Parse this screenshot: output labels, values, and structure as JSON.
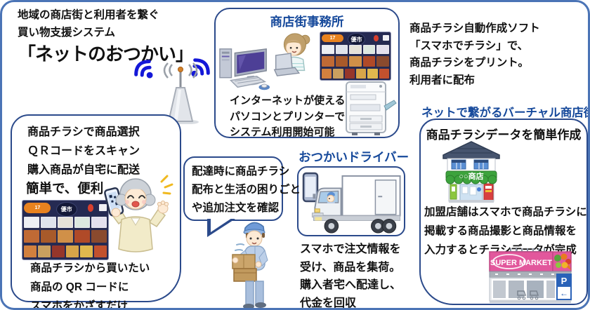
{
  "colors": {
    "outer_border": "#4b74b6",
    "box_border": "#2b4a8b",
    "heading_blue": "#16499b",
    "wifi_blue": "#1418d8",
    "shop_green": "#3da33d",
    "supermarket_pink": "#e2579c"
  },
  "title": {
    "line1": "地域の商店街と利用者を繋ぐ",
    "line2": "買い物支援システム",
    "brand": "「ネットのおつかい」"
  },
  "office": {
    "heading": "商店街事務所",
    "caption_lines": [
      "インターネットが使える",
      "パソコンとプリンターで",
      "システム利用開始可能"
    ]
  },
  "flyer_note": {
    "lines": [
      "商品チラシ自動作成ソフト",
      "「スマホでチラシ」で、",
      "商品チラシをプリント。",
      "利用者に配布"
    ]
  },
  "virtual_street": {
    "heading": "ネットで繋がるバーチャル商店街",
    "box_title": "商品チラシデータを簡単作成",
    "shop_sign": "○○商店",
    "caption_lines": [
      "加盟店舗はスマホで商品チラシに",
      "掲載する商品撮影と商品情報を",
      "入力するとチラシデータが完成"
    ],
    "supermarket_sign": "SUPER MARKET",
    "parking_label": "P",
    "parking_arrow": "←"
  },
  "user": {
    "top_lines": [
      "商品チラシで商品選択",
      "ＱＲコードをスキャン",
      "購入商品が自宅に配送"
    ],
    "highlight": "簡単で、便利",
    "bottom_lines": [
      "商品チラシから買いたい",
      "商品の QR コードに",
      "スマホをかざすだけ"
    ]
  },
  "bubble": {
    "lines": [
      "配達時に商品チラシ",
      "配布と生活の困りごと",
      "や追加注文を確認"
    ]
  },
  "driver": {
    "heading": "おつかいドライバー",
    "caption_lines": [
      "スマホで注文情報を",
      "受け、商品を集荷。",
      "購入者宅へ配達し、",
      "代金を回収"
    ]
  },
  "flyer": {
    "badge": "17",
    "label": "優市"
  }
}
